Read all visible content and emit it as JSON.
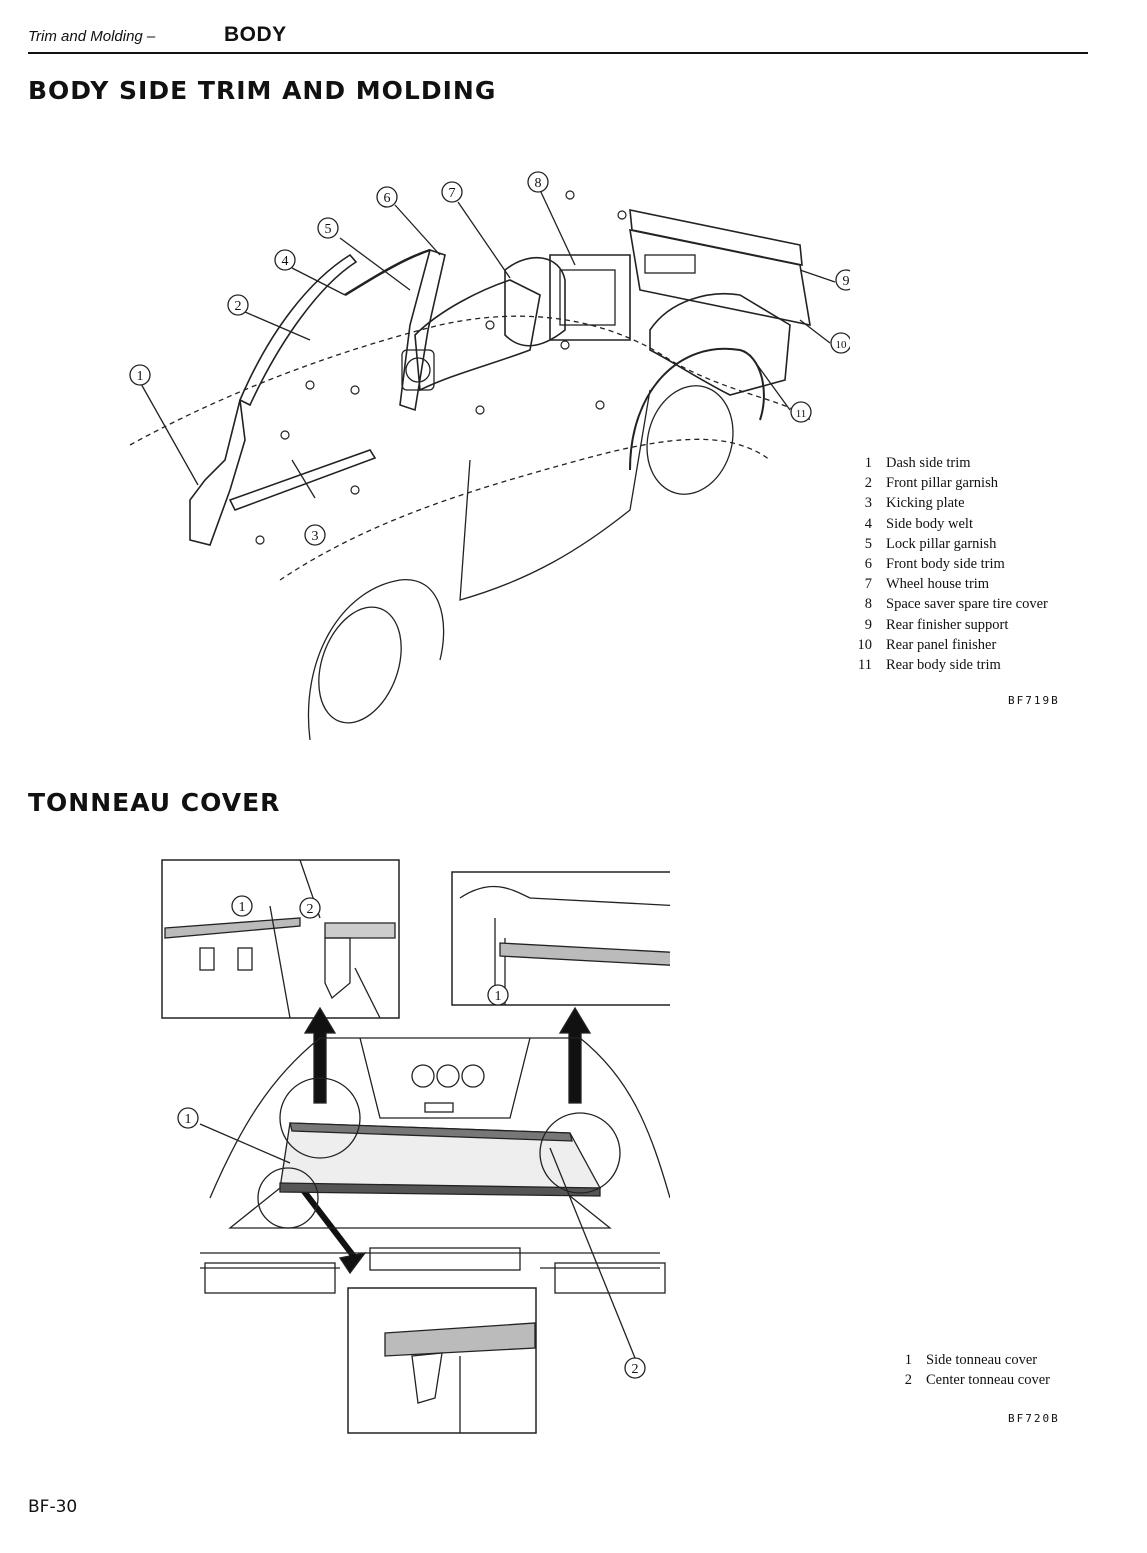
{
  "header": {
    "section": "Trim and Molding –",
    "chapter": "BODY"
  },
  "section1": {
    "title": "BODY SIDE TRIM AND MOLDING",
    "figure_code": "BF719B",
    "callouts": [
      "1",
      "2",
      "3",
      "4",
      "5",
      "6",
      "7",
      "8",
      "9",
      "10",
      "11"
    ],
    "legend": [
      {
        "num": "1",
        "label": "Dash side trim"
      },
      {
        "num": "2",
        "label": "Front pillar garnish"
      },
      {
        "num": "3",
        "label": "Kicking plate"
      },
      {
        "num": "4",
        "label": "Side body welt"
      },
      {
        "num": "5",
        "label": "Lock pillar garnish"
      },
      {
        "num": "6",
        "label": "Front body side trim"
      },
      {
        "num": "7",
        "label": "Wheel house trim"
      },
      {
        "num": "8",
        "label": "Space saver spare tire cover"
      },
      {
        "num": "9",
        "label": "Rear finisher support"
      },
      {
        "num": "10",
        "label": "Rear panel finisher"
      },
      {
        "num": "11",
        "label": "Rear body side trim"
      }
    ]
  },
  "section2": {
    "title": "TONNEAU COVER",
    "figure_code": "BF720B",
    "callouts": [
      "1",
      "2",
      "1",
      "1",
      "2"
    ],
    "legend": [
      {
        "num": "1",
        "label": "Side tonneau cover"
      },
      {
        "num": "2",
        "label": "Center tonneau cover"
      }
    ]
  },
  "footer": {
    "page_number": "BF-30"
  }
}
